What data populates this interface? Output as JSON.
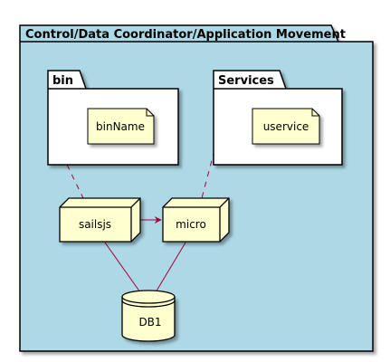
{
  "package": {
    "title": "Control/Data Coordinator/Application Movement",
    "fill": "#ADD8E6"
  },
  "inner_packages": [
    {
      "title": "bin",
      "note": "binName"
    },
    {
      "title": "Services",
      "note": "uservice"
    }
  ],
  "nodes": [
    {
      "label": "sailsjs"
    },
    {
      "label": "micro"
    }
  ],
  "database": {
    "label": "DB1"
  },
  "colors": {
    "node_fill": "#FEFECE",
    "stroke": "#000000",
    "link": "#A80036"
  }
}
